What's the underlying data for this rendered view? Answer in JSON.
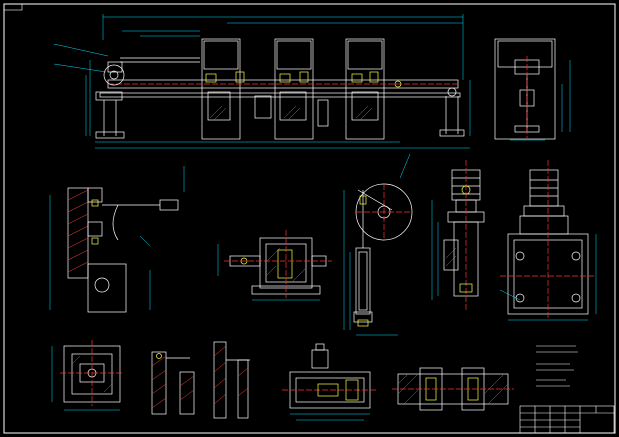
{
  "drawing": {
    "sheet_tag": "",
    "notes_heading": "",
    "notes": [
      "",
      "",
      "",
      "",
      ""
    ],
    "title_block": {
      "name": "",
      "title_text": ""
    }
  },
  "colors": {
    "background": "#000000",
    "outline": "#ffffff",
    "dimension": "#00e0ff",
    "centerline": "#ff3030",
    "hatch": "#ff4040",
    "accent": "#ffff40"
  },
  "views": [
    "main-elevation-view",
    "side-end-view",
    "clamp-detail-view",
    "gearbox-section-view",
    "cylinder-arm-view",
    "motor-side-view",
    "motor-front-view",
    "plate-detail-view",
    "bracket-detail-view",
    "roller-detail-view",
    "drive-shaft-view",
    "shaft-coupling-view",
    "technical-notes",
    "title-block"
  ]
}
